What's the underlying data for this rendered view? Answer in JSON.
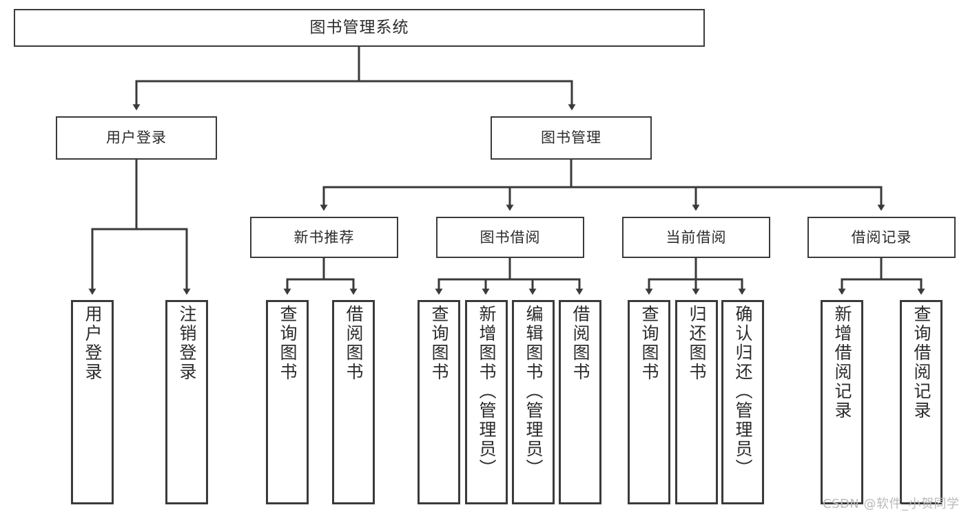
{
  "diagram": {
    "title": "图书管理系统",
    "watermark": "CSDN @软件_小贺同学",
    "colors": {
      "box_border": "#3a3a3a",
      "box_fill": "#ffffff",
      "edge": "#3a3a3a",
      "text": "#2b2b2b",
      "watermark": "#b9b9b9"
    },
    "nodes": {
      "root": {
        "label": "图书管理系统"
      },
      "level2": [
        {
          "label": "用户登录"
        },
        {
          "label": "图书管理"
        }
      ],
      "level3": [
        {
          "label": "新书推荐"
        },
        {
          "label": "图书借阅"
        },
        {
          "label": "当前借阅"
        },
        {
          "label": "借阅记录"
        }
      ],
      "leaves": [
        {
          "label": "用户登录"
        },
        {
          "label": "注销登录"
        },
        {
          "label": "查询图书"
        },
        {
          "label": "借阅图书"
        },
        {
          "label": "查询图书"
        },
        {
          "label": "新增图书（管理员）"
        },
        {
          "label": "编辑图书（管理员）"
        },
        {
          "label": "借阅图书"
        },
        {
          "label": "查询图书"
        },
        {
          "label": "归还图书"
        },
        {
          "label": "确认归还（管理员）"
        },
        {
          "label": "新增借阅记录"
        },
        {
          "label": "查询借阅记录"
        }
      ]
    },
    "tree": {
      "图书管理系统": [
        "用户登录",
        "图书管理"
      ],
      "用户登录": [
        "用户登录",
        "注销登录"
      ],
      "图书管理": [
        "新书推荐",
        "图书借阅",
        "当前借阅",
        "借阅记录"
      ],
      "新书推荐": [
        "查询图书",
        "借阅图书"
      ],
      "图书借阅": [
        "查询图书",
        "新增图书（管理员）",
        "编辑图书（管理员）",
        "借阅图书"
      ],
      "当前借阅": [
        "查询图书",
        "归还图书",
        "确认归还（管理员）"
      ],
      "借阅记录": [
        "新增借阅记录",
        "查询借阅记录"
      ]
    }
  }
}
